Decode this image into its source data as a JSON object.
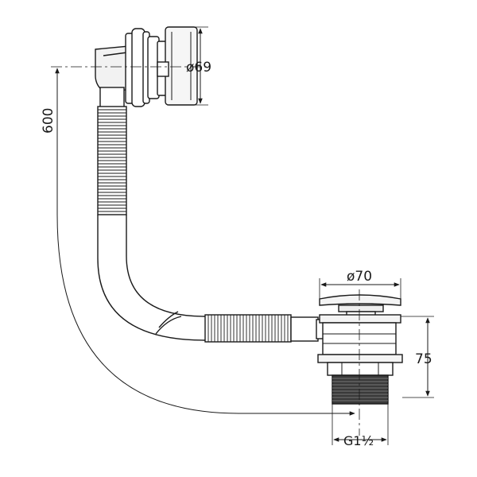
{
  "dimensions": {
    "overflow_diameter": "ø69",
    "length": "600",
    "plug_diameter": "ø70",
    "height": "75",
    "thread": "G1½"
  }
}
